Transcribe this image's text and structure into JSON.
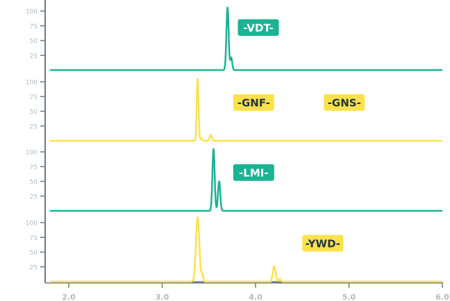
{
  "chart_data": {
    "type": "line",
    "title": "",
    "xlabel": "",
    "ylabel": "",
    "xlim": [
      1.75,
      6.0
    ],
    "x_ticks": [
      2.0,
      3.0,
      4.0,
      5.0,
      6.0
    ],
    "x_tick_labels": [
      "2.0",
      "3.0",
      "4.0",
      "5.0",
      "6.0"
    ],
    "y_ticks": [
      25,
      50,
      75,
      100
    ],
    "y_tick_labels": [
      "25",
      "50",
      "75",
      "100"
    ],
    "ylim": [
      0,
      110
    ],
    "grid": false,
    "colors": {
      "teal": "#1ab394",
      "yellow": "#fde14a",
      "axis": "#6b7a8a",
      "tag_text_dark": "#1f3347",
      "tag_text_light": "#ffffff",
      "integration": "#6b7a8a"
    },
    "panels": [
      {
        "name": "VDT",
        "color": "teal",
        "tags": [
          {
            "label": "-VDT-",
            "x": 4.03,
            "y": 72
          }
        ],
        "peaks": [
          {
            "x": 3.7,
            "height": 106,
            "width": 0.012
          },
          {
            "x": 3.74,
            "height": 21,
            "width": 0.01
          }
        ],
        "integrations": []
      },
      {
        "name": "GNF",
        "color": "yellow",
        "tags": [
          {
            "label": "-GNF-",
            "x": 3.98,
            "y": 65
          },
          {
            "label": "-GNS-",
            "x": 4.95,
            "y": 65
          }
        ],
        "peaks": [
          {
            "x": 3.38,
            "height": 105,
            "width": 0.01
          },
          {
            "x": 3.42,
            "height": 5,
            "width": 0.008
          },
          {
            "x": 3.52,
            "height": 10,
            "width": 0.012
          }
        ],
        "integrations": []
      },
      {
        "name": "LMI",
        "color": "teal",
        "tags": [
          {
            "label": "-LMI-",
            "x": 3.98,
            "y": 65
          }
        ],
        "peaks": [
          {
            "x": 3.55,
            "height": 105,
            "width": 0.012
          },
          {
            "x": 3.61,
            "height": 50,
            "width": 0.012
          }
        ],
        "integrations": []
      },
      {
        "name": "YWD",
        "color": "yellow",
        "tags": [
          {
            "label": "-YWD-",
            "x": 4.72,
            "y": 65
          }
        ],
        "peaks": [
          {
            "x": 3.38,
            "height": 109,
            "width": 0.018
          },
          {
            "x": 3.43,
            "height": 12,
            "width": 0.01
          },
          {
            "x": 4.2,
            "height": 26,
            "width": 0.015
          },
          {
            "x": 4.26,
            "height": 4,
            "width": 0.01
          }
        ],
        "integrations": [
          [
            3.31,
            3.45
          ],
          [
            4.17,
            4.29
          ]
        ]
      }
    ]
  }
}
